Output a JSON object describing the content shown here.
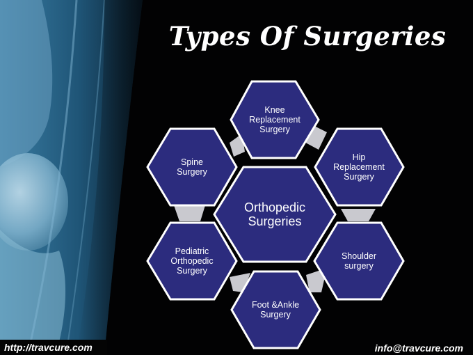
{
  "title": "Types Of Surgeries",
  "center_node": {
    "label_lines": [
      "Orthopedic",
      "Surgeries"
    ]
  },
  "nodes": [
    {
      "id": "knee",
      "label_lines": [
        "Knee",
        "Replacement",
        "Surgery"
      ]
    },
    {
      "id": "hip",
      "label_lines": [
        "Hip",
        "Replacement",
        "Surgery"
      ]
    },
    {
      "id": "shoulder",
      "label_lines": [
        "Shoulder",
        "surgery"
      ]
    },
    {
      "id": "foot-ankle",
      "label_lines": [
        "Foot &Ankle",
        "Surgery"
      ]
    },
    {
      "id": "pediatric",
      "label_lines": [
        "Pediatric",
        "Orthopedic",
        "Surgery"
      ]
    },
    {
      "id": "spine",
      "label_lines": [
        "Spine",
        "Surgery"
      ]
    }
  ],
  "footer": {
    "website": "http://travcure.com",
    "email": "info@travcure.com"
  },
  "colors": {
    "hex_fill": "#2c2c7e",
    "hex_border": "#ffffff",
    "connector": "#c9c9cf",
    "background": "#020203",
    "panel": "#2b5f80"
  }
}
